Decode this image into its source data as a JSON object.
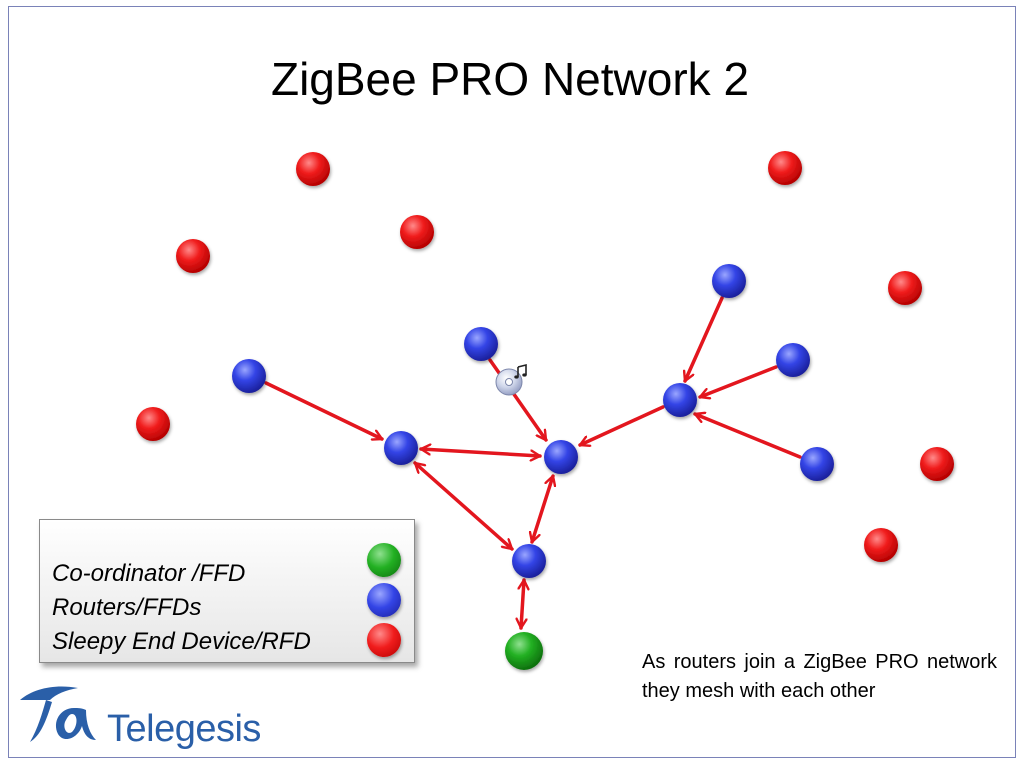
{
  "title": "ZigBee PRO Network 2",
  "legend": {
    "coordinator_label": "Co-ordinator /FFD",
    "router_label": "Routers/FFDs",
    "end_device_label": "Sleepy End Device/RFD"
  },
  "caption": "As routers join a ZigBee PRO network they mesh with each other",
  "logo": {
    "text": "Telegesis"
  },
  "colors": {
    "coordinator": "#22aa22",
    "router": "#2a3ad8",
    "end_device": "#e61e1e",
    "link": "#e3161e",
    "logo": "#2a5fa8"
  },
  "icons": {
    "media": "media-disc-icon"
  }
}
